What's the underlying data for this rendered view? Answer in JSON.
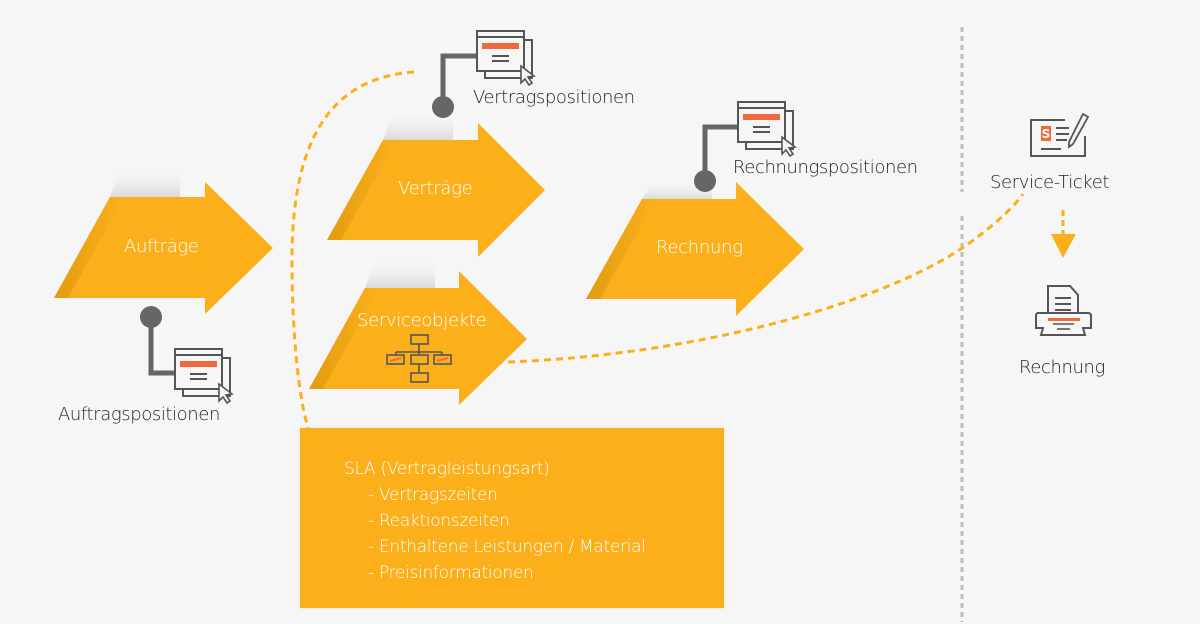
{
  "colors": {
    "background": "#f6f6f6",
    "arrow_fill": "#fbb01b",
    "accent_red": "#f26a3b",
    "icon_grey": "#555555",
    "connector_grey": "#666666",
    "divider_grey": "#bdbdbd"
  },
  "arrows": [
    {
      "id": "auftraege",
      "label": "Aufträge"
    },
    {
      "id": "vertraege",
      "label": "Verträge"
    },
    {
      "id": "serviceobjekte",
      "label": "Serviceobjekte",
      "icon": "org-chart-icon"
    },
    {
      "id": "rechnung",
      "label": "Rechnung"
    }
  ],
  "positions": [
    {
      "id": "auftragspositionen",
      "label": "Auftragspositionen",
      "icon": "document-window-icon"
    },
    {
      "id": "vertragspositionen",
      "label": "Vertragspositionen",
      "icon": "document-window-icon"
    },
    {
      "id": "rechnungspositionen",
      "label": "Rechnungspositionen",
      "icon": "document-window-icon"
    }
  ],
  "right_panel": {
    "service_ticket": {
      "label": "Service-Ticket",
      "icon": "ticket-pen-icon"
    },
    "rechnung": {
      "label": "Rechnung",
      "icon": "printer-icon"
    }
  },
  "sla": {
    "title": "SLA (Vertragleistungsart)",
    "items": [
      "- Vertragszeiten",
      "- Reaktionszeiten",
      "- Enthaltene Leistungen / Material",
      "- Preisinformationen"
    ]
  }
}
